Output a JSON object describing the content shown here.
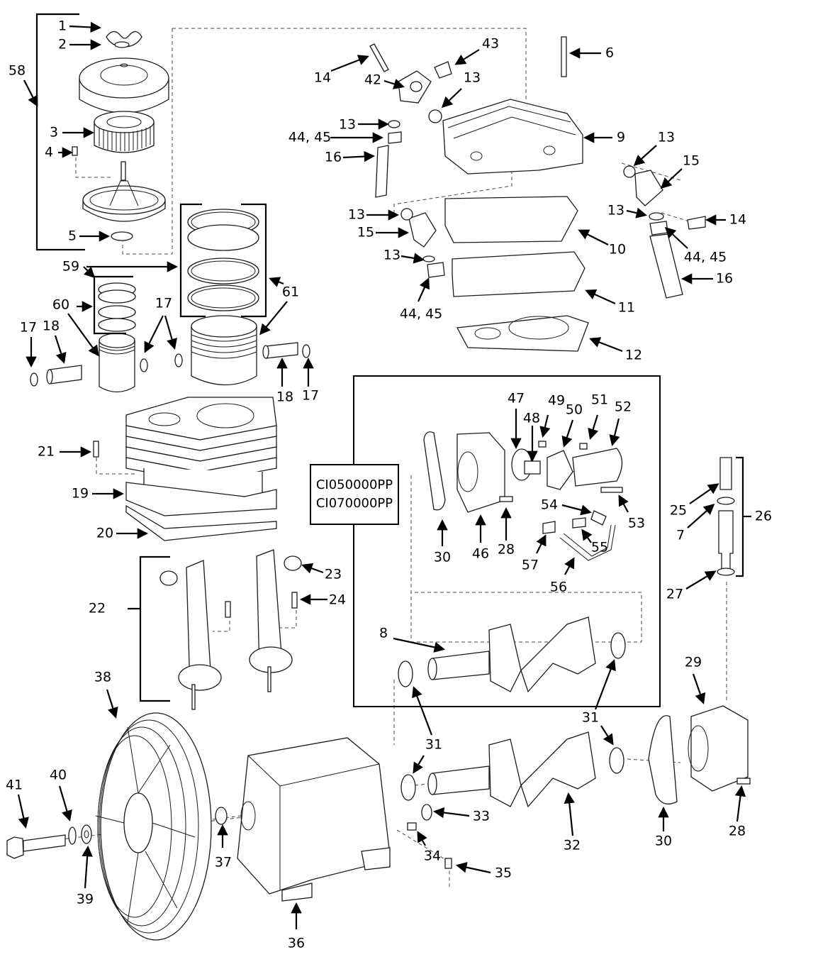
{
  "diagram": {
    "title": "Air compressor pump exploded parts diagram",
    "kit_box": {
      "lines": [
        "CI050000PP",
        "CI070000PP"
      ]
    },
    "callouts": [
      {
        "id": "c1",
        "text": "1"
      },
      {
        "id": "c2",
        "text": "2"
      },
      {
        "id": "c58",
        "text": "58"
      },
      {
        "id": "c3",
        "text": "3"
      },
      {
        "id": "c4",
        "text": "4"
      },
      {
        "id": "c5",
        "text": "5"
      },
      {
        "id": "c59",
        "text": "59"
      },
      {
        "id": "c60",
        "text": "60"
      },
      {
        "id": "c61",
        "text": "61"
      },
      {
        "id": "c17a",
        "text": "17"
      },
      {
        "id": "c18a",
        "text": "18"
      },
      {
        "id": "c17b",
        "text": "17"
      },
      {
        "id": "c18b",
        "text": "18"
      },
      {
        "id": "c17c",
        "text": "17"
      },
      {
        "id": "c14a",
        "text": "14"
      },
      {
        "id": "c42",
        "text": "42"
      },
      {
        "id": "c43",
        "text": "43"
      },
      {
        "id": "c13a",
        "text": "13"
      },
      {
        "id": "c13b",
        "text": "13"
      },
      {
        "id": "c4445a",
        "text": "44, 45"
      },
      {
        "id": "c16a",
        "text": "16"
      },
      {
        "id": "c6",
        "text": "6"
      },
      {
        "id": "c9",
        "text": "9"
      },
      {
        "id": "c13c",
        "text": "13"
      },
      {
        "id": "c15a",
        "text": "15"
      },
      {
        "id": "c13d",
        "text": "13"
      },
      {
        "id": "c14b",
        "text": "14"
      },
      {
        "id": "c4445b",
        "text": "44, 45"
      },
      {
        "id": "c16b",
        "text": "16"
      },
      {
        "id": "c13e",
        "text": "13"
      },
      {
        "id": "c15b",
        "text": "15"
      },
      {
        "id": "c13f",
        "text": "13"
      },
      {
        "id": "c4445c",
        "text": "44, 45"
      },
      {
        "id": "c10",
        "text": "10"
      },
      {
        "id": "c11",
        "text": "11"
      },
      {
        "id": "c12",
        "text": "12"
      },
      {
        "id": "c21",
        "text": "21"
      },
      {
        "id": "c19",
        "text": "19"
      },
      {
        "id": "c20",
        "text": "20"
      },
      {
        "id": "c47",
        "text": "47"
      },
      {
        "id": "c48",
        "text": "48"
      },
      {
        "id": "c49",
        "text": "49"
      },
      {
        "id": "c50",
        "text": "50"
      },
      {
        "id": "c51",
        "text": "51"
      },
      {
        "id": "c52",
        "text": "52"
      },
      {
        "id": "c30a",
        "text": "30"
      },
      {
        "id": "c46",
        "text": "46"
      },
      {
        "id": "c28a",
        "text": "28"
      },
      {
        "id": "c54",
        "text": "54"
      },
      {
        "id": "c53",
        "text": "53"
      },
      {
        "id": "c55",
        "text": "55"
      },
      {
        "id": "c57",
        "text": "57"
      },
      {
        "id": "c56",
        "text": "56"
      },
      {
        "id": "c25",
        "text": "25"
      },
      {
        "id": "c7",
        "text": "7"
      },
      {
        "id": "c26",
        "text": "26"
      },
      {
        "id": "c27",
        "text": "27"
      },
      {
        "id": "c23",
        "text": "23"
      },
      {
        "id": "c24",
        "text": "24"
      },
      {
        "id": "c22",
        "text": "22"
      },
      {
        "id": "c8",
        "text": "8"
      },
      {
        "id": "c31a",
        "text": "31"
      },
      {
        "id": "c31b",
        "text": "31"
      },
      {
        "id": "c29",
        "text": "29"
      },
      {
        "id": "c31c",
        "text": "31"
      },
      {
        "id": "c38",
        "text": "38"
      },
      {
        "id": "c41",
        "text": "41"
      },
      {
        "id": "c40",
        "text": "40"
      },
      {
        "id": "c39",
        "text": "39"
      },
      {
        "id": "c37",
        "text": "37"
      },
      {
        "id": "c36",
        "text": "36"
      },
      {
        "id": "c33",
        "text": "33"
      },
      {
        "id": "c34",
        "text": "34"
      },
      {
        "id": "c35",
        "text": "35"
      },
      {
        "id": "c32",
        "text": "32"
      },
      {
        "id": "c30b",
        "text": "30"
      },
      {
        "id": "c28b",
        "text": "28"
      }
    ]
  }
}
